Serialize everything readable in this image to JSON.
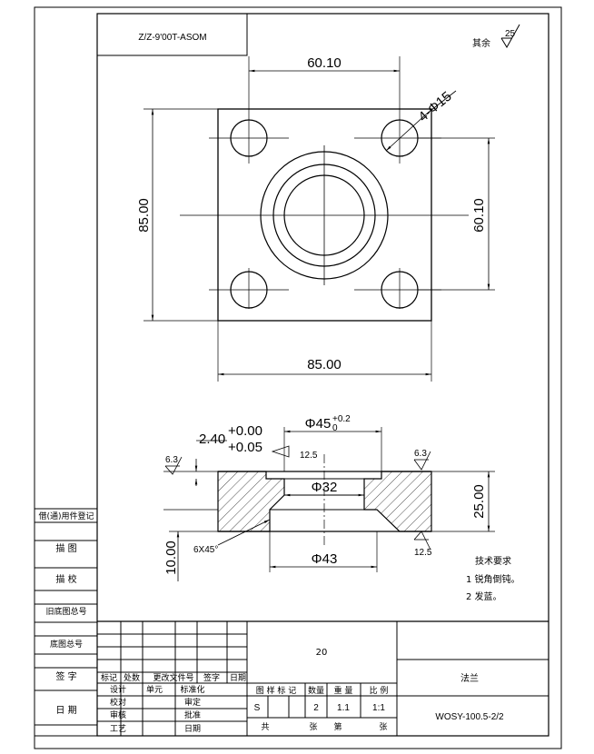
{
  "drawing_number_top": "Z/Z-9'00T-ASOM",
  "roughness_rest": {
    "label": "其余",
    "value": "25"
  },
  "top_view": {
    "dim_top": "60.10",
    "dim_hole": "4-Φ15",
    "dim_left": "85.00",
    "dim_right": "60.10",
    "dim_bottom": "85.00"
  },
  "section_view": {
    "dim_phi45": "Φ45",
    "dim_phi45_tol": "+0.2\n0",
    "dim_depth": "2.40",
    "dim_depth_tol_upper": "+0.00",
    "dim_depth_tol_lower": "+0.05",
    "roughness_top_center": "12.5",
    "roughness_left": "6.3",
    "roughness_right": "6.3",
    "roughness_bottom": "12.5",
    "dim_phi32": "Φ32",
    "dim_phi43": "Φ43",
    "dim_height": "25.00",
    "dim_step": "10.00",
    "chamfer": "6X45°"
  },
  "tech_requirements": {
    "title": "技术要求",
    "items": [
      "1 锐角倒钝。",
      "2 发蓝。"
    ]
  },
  "left_strip": [
    "借(通)用件登记",
    "描 图",
    "描 校",
    "旧底图总号",
    "底图总号",
    "签 字",
    "日 期"
  ],
  "title_block": {
    "material": "20",
    "part_name": "法兰",
    "rev_headers": [
      "标记",
      "处数",
      "更改文件号",
      "签字",
      "日期"
    ],
    "sign_rows": [
      [
        "设计",
        "单元",
        "标准化"
      ],
      [
        "校对",
        "",
        "审定"
      ],
      [
        "审核",
        "",
        "批准"
      ],
      [
        "工艺",
        "",
        "日期"
      ]
    ],
    "stage_headers": [
      "图 样 标 记",
      "数量",
      "重 量",
      "比 例"
    ],
    "stage_values": {
      "mark": "S",
      "qty": "2",
      "weight": "1.1",
      "scale": "1:1"
    },
    "sheet_total_label": "共",
    "sheet_unit": "张",
    "sheet_no_label": "第",
    "sheet_no_unit": "张",
    "drawing_number": "WOSY-100.5-2/2"
  }
}
